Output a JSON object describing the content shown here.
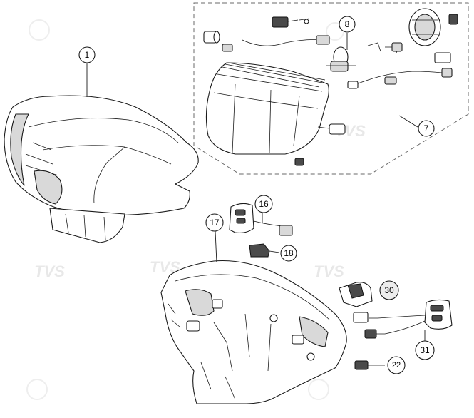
{
  "watermarks": {
    "brand_text": "TVS"
  },
  "callouts": [
    {
      "id": "c1",
      "label": "1"
    },
    {
      "id": "c7",
      "label": "7"
    },
    {
      "id": "c8",
      "label": "8"
    },
    {
      "id": "c16",
      "label": "16"
    },
    {
      "id": "c17",
      "label": "17"
    },
    {
      "id": "c18",
      "label": "18"
    },
    {
      "id": "c22",
      "label": "22"
    },
    {
      "id": "c30",
      "label": "30"
    },
    {
      "id": "c31",
      "label": "31"
    }
  ]
}
